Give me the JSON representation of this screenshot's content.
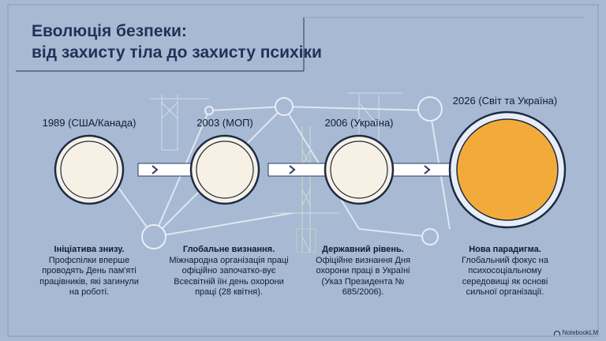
{
  "title": {
    "line1": "Еволюція безпеки:",
    "line2": "від захисту тіла до захисту психіки"
  },
  "milestones": [
    {
      "label": "1989 (США/Канада)",
      "heading": "Ініціатива знизу.",
      "text": "Профспілки вперше проводять День пам'яті працівників, які загинули на роботі."
    },
    {
      "label": "2003 (МОП)",
      "heading": "Глобальне визнання.",
      "text": "Міжнародна організація праці офіційно започатко-вує Всесвітній іїн день охорони праці (28 квітня)."
    },
    {
      "label": "2006 (Україна)",
      "heading": "Державний рівень.",
      "text": "Офіційне визнання Дня охорони праці в Україні (Указ Президента № 685/2006)."
    },
    {
      "label": "2026 (Світ та Україна)",
      "heading": "Нова парадигма.",
      "text": "Глобальний фокус на психосоціальному середовищі як основі сильної організації."
    }
  ],
  "brand": {
    "name": "NotebookLM",
    "icon": "notebooklm-logo-icon"
  },
  "colors": {
    "background": "#a7b9d3",
    "title": "#1f3358",
    "node_fill": "#f6f1e4",
    "node_ring": "#1d2b45",
    "highlight": "#f2ab3a",
    "connector": "#ffffff"
  }
}
